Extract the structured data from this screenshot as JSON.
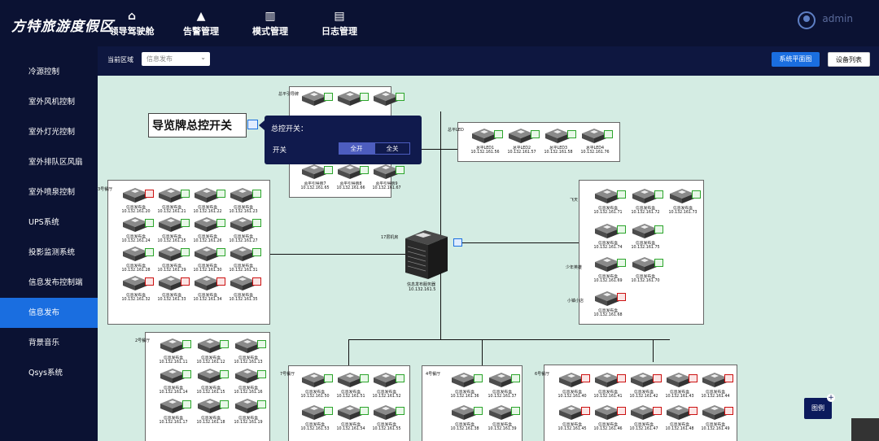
{
  "app": {
    "title": "方特旅游度假区",
    "user": "admin"
  },
  "nav": [
    {
      "label": "领导驾驶舱",
      "icon": "dashboard-icon",
      "glyph": "⌂"
    },
    {
      "label": "告警管理",
      "icon": "warning-icon",
      "glyph": "▲"
    },
    {
      "label": "模式管理",
      "icon": "mode-icon",
      "glyph": "▥"
    },
    {
      "label": "日志管理",
      "icon": "log-icon",
      "glyph": "▤"
    }
  ],
  "sidebar": {
    "items": [
      {
        "label": "冷源控制"
      },
      {
        "label": "室外风机控制"
      },
      {
        "label": "室外灯光控制"
      },
      {
        "label": "室外排队区风扇"
      },
      {
        "label": "室外喷泉控制"
      },
      {
        "label": "UPS系统"
      },
      {
        "label": "投影监测系统"
      },
      {
        "label": "信息发布控制端"
      },
      {
        "label": "信息发布",
        "active": true
      },
      {
        "label": "背景音乐"
      },
      {
        "label": "Qsys系统"
      }
    ]
  },
  "toolbar": {
    "area_label": "当前区域",
    "area_value": "信息发布",
    "floor_plan_button": "系统平面图",
    "device_list_button": "设备列表"
  },
  "popup": {
    "card_title": "导览牌总控开关",
    "title": "总控开关：",
    "row_label": "开关",
    "all_on": "全开",
    "all_off": "全关"
  },
  "legend_button": "图例",
  "server": {
    "group_label": "17层机房",
    "name": "信息发布服务器",
    "ip": "10.132.161.5"
  },
  "colors": {
    "accent": "#1a6ee0",
    "online": "#2ca52c",
    "offline": "#c11111"
  },
  "groups": [
    {
      "label": "总平引导牌",
      "devices": [
        {
          "name": "",
          "ip": ""
        },
        {
          "name": "",
          "ip": ""
        },
        {
          "name": "",
          "ip": ""
        },
        {
          "name": "",
          "ip": ""
        },
        {
          "name": "",
          "ip": ""
        },
        {
          "name": "",
          "ip": ""
        },
        {
          "name": "总平引导牌7",
          "ip": "10.132.161.65"
        },
        {
          "name": "总平引导牌8",
          "ip": "10.132.161.66"
        },
        {
          "name": "总平引导牌9",
          "ip": "10.132.161.67"
        }
      ]
    },
    {
      "label": "总平LED",
      "devices": [
        {
          "name": "总平LED1",
          "ip": "10.132.161.56"
        },
        {
          "name": "总平LED2",
          "ip": "10.132.161.57"
        },
        {
          "name": "总平LED3",
          "ip": "10.132.161.58"
        },
        {
          "name": "总平LED4",
          "ip": "10.132.161.76"
        }
      ]
    },
    {
      "label": "3号餐厅",
      "devices": [
        {
          "name": "信息发布盒",
          "ip": "10.132.161.20",
          "status": "offline"
        },
        {
          "name": "信息发布盒",
          "ip": "10.132.161.21"
        },
        {
          "name": "信息发布盒",
          "ip": "10.132.161.22"
        },
        {
          "name": "信息发布盒",
          "ip": "10.132.161.23"
        },
        {
          "name": "信息发布盒",
          "ip": "10.132.161.24"
        },
        {
          "name": "信息发布盒",
          "ip": "10.132.161.25"
        },
        {
          "name": "信息发布盒",
          "ip": "10.132.161.26"
        },
        {
          "name": "信息发布盒",
          "ip": "10.132.161.27"
        },
        {
          "name": "信息发布盒",
          "ip": "10.132.161.28"
        },
        {
          "name": "信息发布盒",
          "ip": "10.132.161.29"
        },
        {
          "name": "信息发布盒",
          "ip": "10.132.161.30"
        },
        {
          "name": "信息发布盒",
          "ip": "10.132.161.31"
        },
        {
          "name": "信息发布盒",
          "ip": "10.132.161.32",
          "status": "offline"
        },
        {
          "name": "信息发布盒",
          "ip": "10.132.161.33",
          "status": "offline"
        },
        {
          "name": "信息发布盒",
          "ip": "10.132.161.34",
          "status": "offline"
        },
        {
          "name": "信息发布盒",
          "ip": "10.132.161.35",
          "status": "offline"
        }
      ]
    },
    {
      "label": "飞天",
      "devices": [
        {
          "name": "信息发布盒",
          "ip": "10.132.161.71"
        },
        {
          "name": "信息发布盒",
          "ip": "10.132.161.72"
        },
        {
          "name": "信息发布盒",
          "ip": "10.132.161.73"
        },
        {
          "name": "信息发布盒",
          "ip": "10.132.161.74"
        },
        {
          "name": "信息发布盒",
          "ip": "10.132.161.75"
        }
      ]
    },
    {
      "label": "少年英雄",
      "devices": [
        {
          "name": "信息发布盒",
          "ip": "10.132.161.69"
        },
        {
          "name": "信息发布盒",
          "ip": "10.132.161.70"
        }
      ]
    },
    {
      "label": "小镇小店",
      "devices": [
        {
          "name": "信息发布盒",
          "ip": "10.132.161.68",
          "status": "offline"
        }
      ]
    },
    {
      "label": "2号餐厅",
      "devices": [
        {
          "name": "信息发布盒",
          "ip": "10.132.161.11"
        },
        {
          "name": "信息发布盒",
          "ip": "10.132.161.12"
        },
        {
          "name": "信息发布盒",
          "ip": "10.132.161.13"
        },
        {
          "name": "信息发布盒",
          "ip": "10.132.161.14"
        },
        {
          "name": "信息发布盒",
          "ip": "10.132.161.15"
        },
        {
          "name": "信息发布盒",
          "ip": "10.132.161.16"
        },
        {
          "name": "信息发布盒",
          "ip": "10.132.161.17"
        },
        {
          "name": "信息发布盒",
          "ip": "10.132.161.18"
        },
        {
          "name": "信息发布盒",
          "ip": "10.132.161.19"
        }
      ]
    },
    {
      "label": "7号餐厅",
      "devices": [
        {
          "name": "信息发布盒",
          "ip": "10.132.161.50"
        },
        {
          "name": "信息发布盒",
          "ip": "10.132.161.51"
        },
        {
          "name": "信息发布盒",
          "ip": "10.132.161.52"
        },
        {
          "name": "信息发布盒",
          "ip": "10.132.161.53"
        },
        {
          "name": "信息发布盒",
          "ip": "10.132.161.54"
        },
        {
          "name": "信息发布盒",
          "ip": "10.132.161.55"
        }
      ]
    },
    {
      "label": "4号餐厅",
      "devices": [
        {
          "name": "信息发布盒",
          "ip": "10.132.161.36"
        },
        {
          "name": "信息发布盒",
          "ip": "10.132.161.37"
        },
        {
          "name": "信息发布盒",
          "ip": "10.132.161.38"
        },
        {
          "name": "信息发布盒",
          "ip": "10.132.161.39"
        }
      ]
    },
    {
      "label": "6号餐厅",
      "devices": [
        {
          "name": "信息发布盒",
          "ip": "10.132.161.40",
          "status": "offline"
        },
        {
          "name": "信息发布盒",
          "ip": "10.132.161.41",
          "status": "offline"
        },
        {
          "name": "信息发布盒",
          "ip": "10.132.161.42",
          "status": "offline"
        },
        {
          "name": "信息发布盒",
          "ip": "10.132.161.43",
          "status": "offline"
        },
        {
          "name": "信息发布盒",
          "ip": "10.132.161.44",
          "status": "offline"
        },
        {
          "name": "信息发布盒",
          "ip": "10.132.161.45",
          "status": "offline"
        },
        {
          "name": "信息发布盒",
          "ip": "10.132.161.46",
          "status": "offline"
        },
        {
          "name": "信息发布盒",
          "ip": "10.132.161.47",
          "status": "offline"
        },
        {
          "name": "信息发布盒",
          "ip": "10.132.161.48",
          "status": "offline"
        },
        {
          "name": "信息发布盒",
          "ip": "10.132.161.49",
          "status": "offline"
        }
      ]
    }
  ]
}
